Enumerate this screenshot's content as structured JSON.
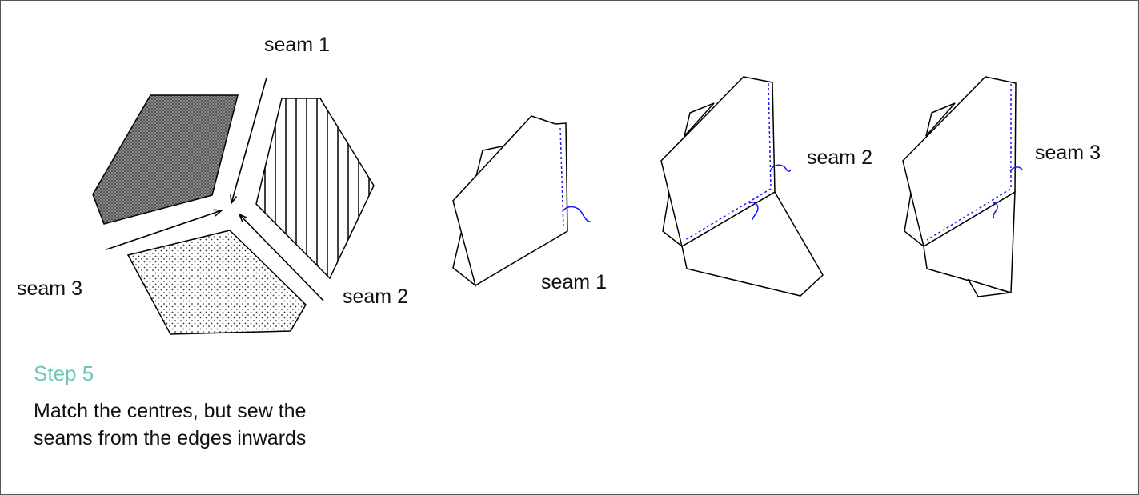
{
  "colors": {
    "step_title": "#6fc6b7",
    "stitch": "#1a1aff",
    "line": "#000000"
  },
  "left_panel": {
    "labels": {
      "seam1": "seam 1",
      "seam2": "seam 2",
      "seam3": "seam 3"
    },
    "pieces": {
      "top_left": "crosshatch",
      "right": "vertical-stripes",
      "bottom": "dots"
    }
  },
  "fig_seam1": {
    "label": "seam 1"
  },
  "fig_seam2": {
    "label": "seam 2"
  },
  "fig_seam3": {
    "label": "seam 3"
  },
  "step": {
    "title": "Step 5",
    "text": "Match the centres, but sew the seams from the edges inwards"
  }
}
